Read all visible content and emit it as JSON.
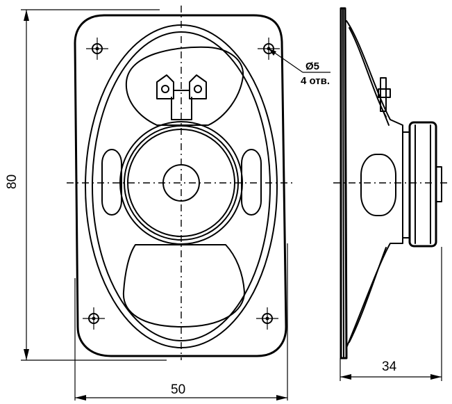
{
  "drawing": {
    "dimensions": {
      "height": "80",
      "width": "50",
      "depth": "34"
    },
    "hole_note": {
      "diameter": "Ø5",
      "count": "4 отв."
    }
  }
}
